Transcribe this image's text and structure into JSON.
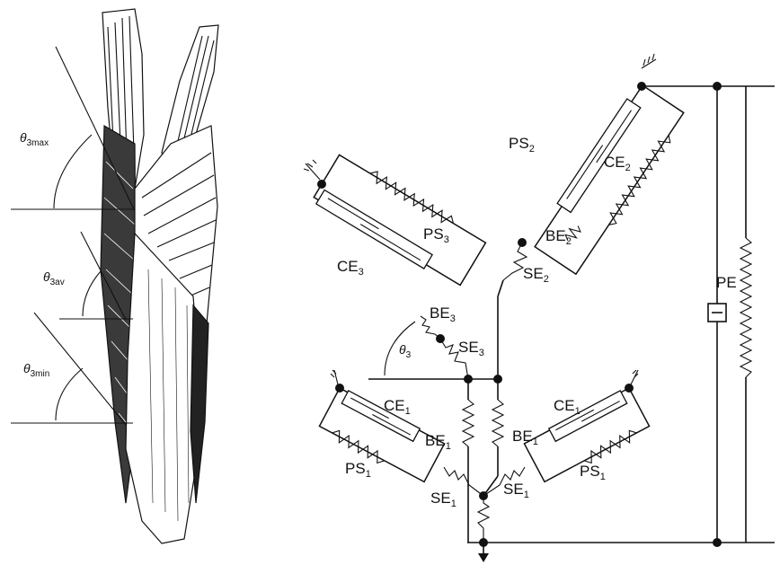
{
  "angles": {
    "theta_max": {
      "sym": "θ",
      "sub": "3max"
    },
    "theta_av": {
      "sym": "θ",
      "sub": "3av"
    },
    "theta_min": {
      "sym": "θ",
      "sub": "3min"
    },
    "theta3": {
      "sym": "θ",
      "sub": "3"
    }
  },
  "labels": {
    "ps2": {
      "base": "PS",
      "sub": "2"
    },
    "ce2": {
      "base": "CE",
      "sub": "2"
    },
    "be2": {
      "base": "BE",
      "sub": "2"
    },
    "se2": {
      "base": "SE",
      "sub": "2"
    },
    "ps3": {
      "base": "PS",
      "sub": "3"
    },
    "ce3": {
      "base": "CE",
      "sub": "3"
    },
    "be3": {
      "base": "BE",
      "sub": "3"
    },
    "se3": {
      "base": "SE",
      "sub": "3"
    },
    "ce1_left": {
      "base": "CE",
      "sub": "1"
    },
    "be1_left": {
      "base": "BE",
      "sub": "1"
    },
    "ps1_left": {
      "base": "PS",
      "sub": "1"
    },
    "se1_left": {
      "base": "SE",
      "sub": "1"
    },
    "ce1_right": {
      "base": "CE",
      "sub": "1"
    },
    "be1_right": {
      "base": "BE",
      "sub": "1"
    },
    "ps1_right": {
      "base": "PS",
      "sub": "1"
    },
    "se1_right": {
      "base": "SE",
      "sub": "1"
    },
    "pe": {
      "base": "PE",
      "sub": ""
    }
  },
  "colors": {
    "ink": "#111111",
    "paper": "#ffffff"
  }
}
